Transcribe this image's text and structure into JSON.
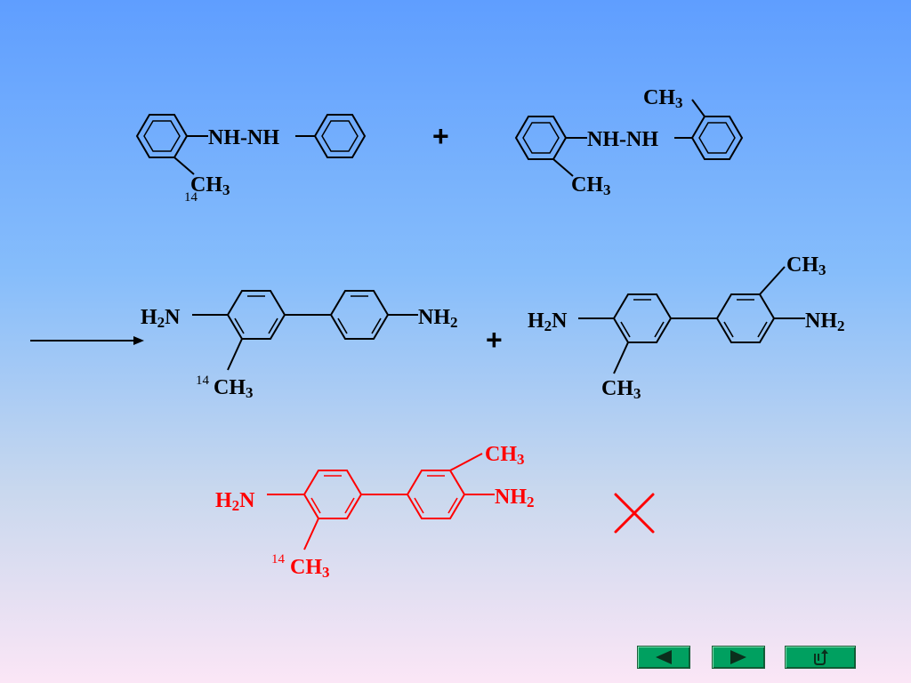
{
  "colors": {
    "black": "#000000",
    "red": "#ff0000",
    "button": "#00a060"
  },
  "reactant_1": {
    "bridge": "NH-NH",
    "methyl": "CH",
    "methyl_sub": "3",
    "isotope": "14"
  },
  "operator_plus_1": "+",
  "reactant_2": {
    "bridge": "NH-NH",
    "methyl_top": "CH",
    "methyl_top_sub": "3",
    "methyl_bottom": "CH",
    "methyl_bottom_sub": "3"
  },
  "product_1": {
    "left_amine_h": "H",
    "left_amine_sub": "2",
    "left_amine_n": "N",
    "right_amine": "NH",
    "right_amine_sub": "2",
    "isotope": "14",
    "methyl": "CH",
    "methyl_sub": "3"
  },
  "operator_plus_2": "+",
  "product_2": {
    "left_amine_h": "H",
    "left_amine_sub": "2",
    "left_amine_n": "N",
    "right_amine": "NH",
    "right_amine_sub": "2",
    "methyl_top": "CH",
    "methyl_top_sub": "3",
    "methyl_bottom": "CH",
    "methyl_bottom_sub": "3"
  },
  "rejected_product": {
    "left_amine_h": "H",
    "left_amine_sub": "2",
    "left_amine_n": "N",
    "right_amine": "NH",
    "right_amine_sub": "2",
    "methyl_top": "CH",
    "methyl_top_sub": "3",
    "isotope": "14",
    "methyl_bottom": "CH",
    "methyl_bottom_sub": "3"
  },
  "icons": {
    "reject_mark": "cross-icon",
    "prev": "triangle-left-icon",
    "next": "triangle-right-icon",
    "return": "return-arrow-icon"
  }
}
